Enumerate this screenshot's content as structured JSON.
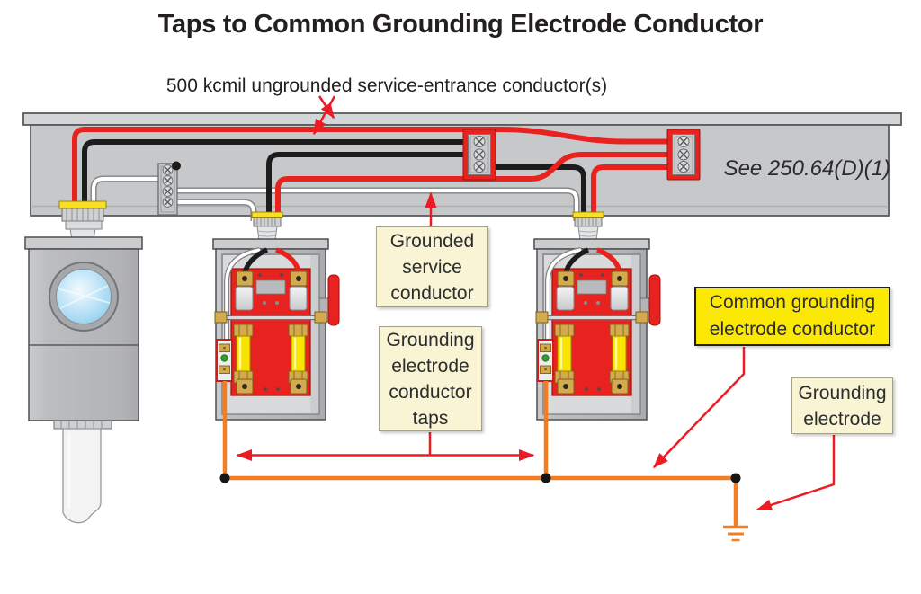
{
  "title": "Taps to Common Grounding Electrode Conductor",
  "labels": {
    "service_entrance": "500 kcmil ungrounded service-entrance conductor(s)",
    "code_reference": "See 250.64(D)(1)",
    "grounded_service_conductor": "Grounded service conductor",
    "gec_taps": "Grounding electrode conductor taps",
    "common_gec": "Common grounding electrode conductor",
    "grounding_electrode": "Grounding electrode"
  },
  "colors": {
    "annotation_red": "#ed1c24",
    "conductor_red": "#e8231f",
    "conductor_black": "#1c1c1d",
    "conductor_white": "#ffffff",
    "gec_orange": "#f47d21",
    "label_cream": "#f8f4d4",
    "label_yellow": "#fce903",
    "panel_red": "#e8231f",
    "fuse_yellow": "#f8e400",
    "enclosure_gray": "#b9babc",
    "wireway_gray": "#c7c8ca",
    "meter_glass_blue": "#a9d9f3"
  }
}
